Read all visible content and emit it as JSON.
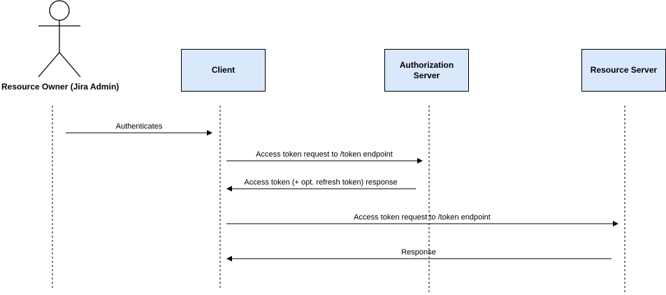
{
  "colors": {
    "participant_fill": "#dae8fc",
    "line": "#000000"
  },
  "actor": {
    "label": "Resource Owner (Jira Admin)",
    "icon": "stick-figure-icon"
  },
  "participants": [
    {
      "label": "Client"
    },
    {
      "label": "Authorization\nServer"
    },
    {
      "label": "Resource Server"
    }
  ],
  "messages": [
    {
      "label": "Authenticates",
      "from": "Resource Owner (Jira Admin)",
      "to": "Client"
    },
    {
      "label": "Access token request to /token endpoint",
      "from": "Client",
      "to": "Authorization Server"
    },
    {
      "label": "Access token (+ opt. refresh token) response",
      "from": "Authorization Server",
      "to": "Client"
    },
    {
      "label": "Access token request to /token endpoint",
      "from": "Client",
      "to": "Resource Server"
    },
    {
      "label": "Response",
      "from": "Resource Server",
      "to": "Client"
    }
  ]
}
